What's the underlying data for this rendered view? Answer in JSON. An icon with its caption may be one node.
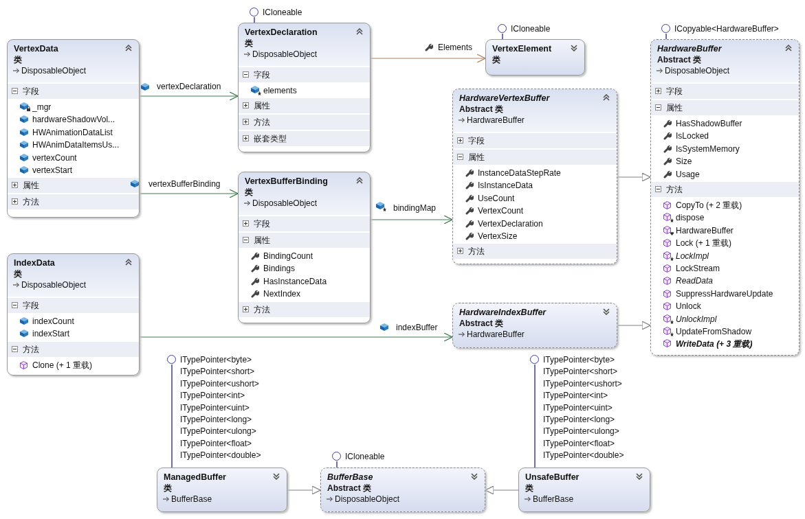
{
  "diagram": {
    "nodes": [
      {
        "text": [
          "VertexData",
          "类",
          "DisposableObject",
          "字段",
          "_mgr",
          "hardwareShadowVol...",
          "HWAnimationDataList",
          "HWAnimDataItemsUs...",
          "vertexCount",
          "vertexStart",
          "属性",
          "方法"
        ]
      },
      {
        "text": [
          "VertexDeclaration",
          "类",
          "DisposableObject",
          "字段",
          "elements",
          "属性",
          "方法",
          "嵌套类型"
        ]
      },
      {
        "text": [
          "VertexElement",
          "类"
        ]
      },
      {
        "text": [
          "*HardwareBuffer*",
          "Abstract 类",
          "DisposableObject",
          "字段",
          "属性",
          "HasShadowBuffer",
          "IsLocked",
          "IsSystemMemory",
          "Size",
          "Usage",
          "方法",
          "CopyTo (+ 2 重载)",
          "dispose",
          "HardwareBuffer",
          "Lock (+ 1 重载)",
          "*LockImpl*",
          "LockStream",
          "*ReadData*",
          "SuppressHardwareUpdate",
          "Unlock",
          "*UnlockImpl*",
          "UpdateFromShadow",
          "WriteData (+ 3 重载)"
        ]
      },
      {
        "text": [
          "*HardwareVertexBuffer*",
          "Abstract 类",
          "HardwareBuffer",
          "字段",
          "属性",
          "InstanceDataStepRate",
          "IsInstanceData",
          "UseCount",
          "VertexCount",
          "VertexDeclaration",
          "VertexSize",
          "方法"
        ]
      },
      {
        "text": [
          "VertexBufferBinding",
          "类",
          "DisposableObject",
          "字段",
          "属性",
          "BindingCount",
          "Bindings",
          "HasInstanceData",
          "NextIndex",
          "方法"
        ]
      },
      {
        "text": [
          "IndexData",
          "类",
          "DisposableObject",
          "字段",
          "indexCount",
          "indexStart",
          "方法",
          "Clone (+ 1 重载)"
        ]
      },
      {
        "text": [
          "*HardwareIndexBuffer*",
          "Abstract 类",
          "HardwareBuffer"
        ]
      },
      {
        "text": [
          "ManagedBuffer",
          "类",
          "BufferBase"
        ]
      },
      {
        "text": [
          "*BufferBase*",
          "Abstract 类",
          "DisposableObject"
        ]
      },
      {
        "text": [
          "UnsafeBuffer",
          "类",
          "BufferBase"
        ]
      },
      {
        "text": [],
        "shape": "circle",
        "beside": [
          "ICloneable"
        ]
      },
      {
        "text": [],
        "shape": "circle",
        "beside": [
          "ICloneable"
        ]
      },
      {
        "text": [],
        "shape": "circle",
        "beside": [
          "ICopyable<HardwareBuffer>"
        ]
      },
      {
        "text": [],
        "shape": "circle",
        "beside": [
          "ITypePointer<byte>",
          "ITypePointer<short>",
          "ITypePointer<ushort>",
          "ITypePointer<int>",
          "ITypePointer<uint>",
          "ITypePointer<long>",
          "ITypePointer<ulong>",
          "ITypePointer<float>",
          "ITypePointer<double>"
        ]
      },
      {
        "text": [],
        "shape": "circle",
        "beside": [
          "ICloneable"
        ]
      },
      {
        "text": [],
        "shape": "circle",
        "beside": [
          "ITypePointer<byte>",
          "ITypePointer<short>",
          "ITypePointer<ushort>",
          "ITypePointer<int>",
          "ITypePointer<uint>",
          "ITypePointer<long>",
          "ITypePointer<ulong>",
          "ITypePointer<float>",
          "ITypePointer<double>"
        ]
      }
    ],
    "edges": [
      {
        "from": 0,
        "to": 1,
        "arrow": "to",
        "label": "vertexDeclaration",
        "color": "#3f7a4f"
      },
      {
        "from": 0,
        "to": 5,
        "arrow": "to",
        "label": "vertexBufferBinding",
        "color": "#3f7a4f"
      },
      {
        "from": 1,
        "to": 2,
        "arrow": "to",
        "label": "Elements",
        "color": "#b0805a"
      },
      {
        "from": 5,
        "to": 4,
        "arrow": "to",
        "label": "bindingMap",
        "color": "#3f7a4f"
      },
      {
        "from": 6,
        "to": 7,
        "arrow": "to",
        "label": "indexBuffer",
        "color": "#3f7a4f"
      },
      {
        "from": 4,
        "to": 3,
        "arrow": "to",
        "color": "#808080"
      },
      {
        "from": 7,
        "to": 3,
        "arrow": "to",
        "color": "#808080"
      },
      {
        "from": 8,
        "to": 9,
        "arrow": "to",
        "color": "#808080"
      },
      {
        "from": 10,
        "to": 9,
        "arrow": "to",
        "color": "#808080"
      },
      {
        "from": 1,
        "to": 11,
        "arrow": "none"
      },
      {
        "from": 2,
        "to": 12,
        "arrow": "none"
      },
      {
        "from": 3,
        "to": 13,
        "arrow": "none"
      },
      {
        "from": 8,
        "to": 14,
        "arrow": "none"
      },
      {
        "from": 9,
        "to": 15,
        "arrow": "none"
      },
      {
        "from": 10,
        "to": 16,
        "arrow": "none"
      }
    ]
  }
}
